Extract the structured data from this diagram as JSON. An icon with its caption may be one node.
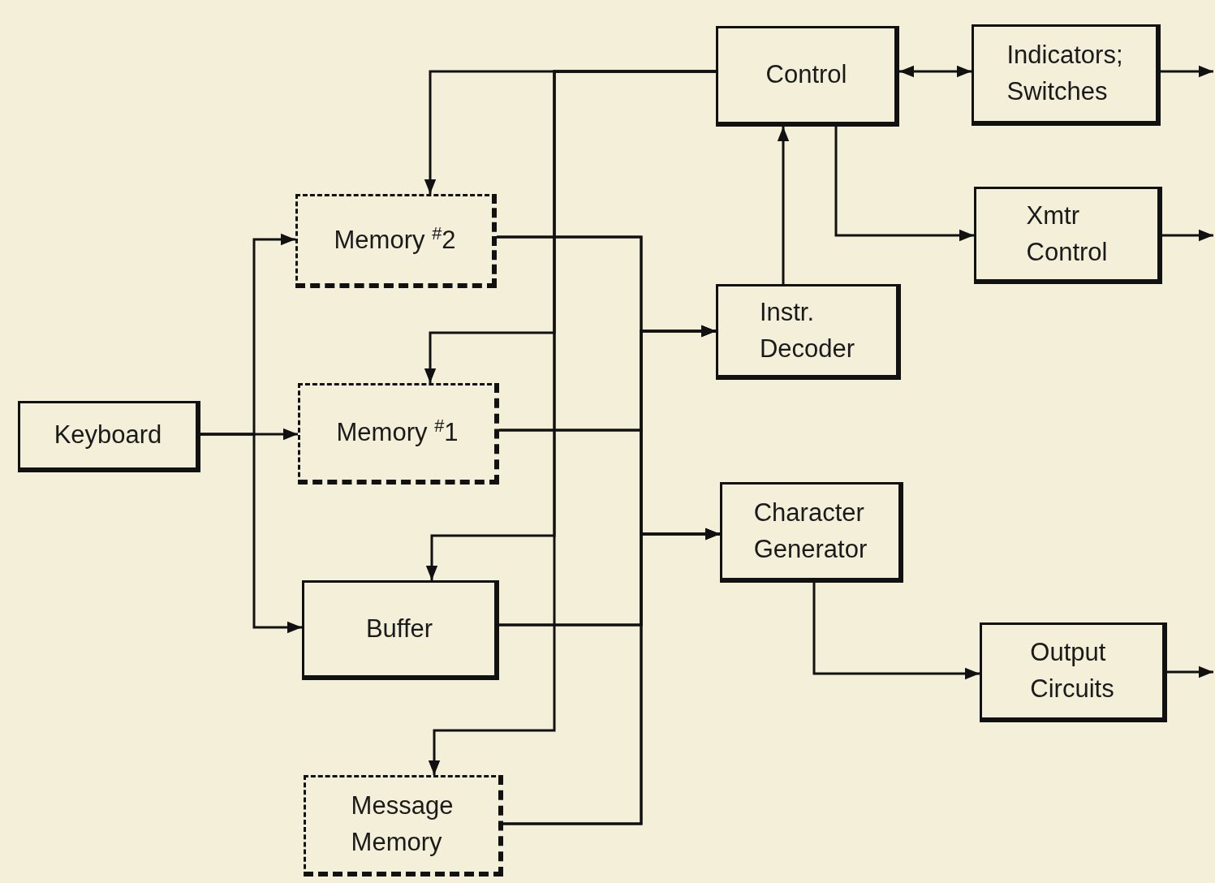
{
  "diagram": {
    "nodes": [
      {
        "text": [
          "Control"
        ]
      },
      {
        "text": [
          "Indicators; Switches"
        ]
      },
      {
        "text": [
          "Memory $^{#}$2"
        ]
      },
      {
        "text": [
          "Xmtr Control"
        ]
      },
      {
        "text": [
          "Instr. Decoder"
        ]
      },
      {
        "text": [
          "Keyboard"
        ]
      },
      {
        "text": [
          "Memory $^{#}$1"
        ]
      },
      {
        "text": [
          "Character Generator"
        ]
      },
      {
        "text": [
          "Buffer"
        ]
      },
      {
        "text": [
          "Output Circuits"
        ]
      },
      {
        "text": [
          "Message Memory"
        ]
      }
    ],
    "edges": [
      {
        "from": 0,
        "to": 1,
        "arrow": "both"
      },
      {
        "from": 1,
        "to": null,
        "arrow": "to"
      },
      {
        "from": 3,
        "to": null,
        "arrow": "to"
      },
      {
        "from": 9,
        "to": null,
        "arrow": "to"
      },
      {
        "from": 0,
        "to": 3,
        "arrow": "to"
      },
      {
        "from": 4,
        "to": 0,
        "arrow": "to"
      },
      {
        "from": 7,
        "to": 9,
        "arrow": "to"
      },
      {
        "from": 0,
        "to": 2,
        "arrow": "to"
      },
      {
        "from": 0,
        "to": 6,
        "arrow": "to"
      },
      {
        "from": 0,
        "to": 8,
        "arrow": "to"
      },
      {
        "from": 0,
        "to": 10,
        "arrow": "to"
      },
      {
        "from": 5,
        "to": 6,
        "arrow": "to"
      },
      {
        "from": 5,
        "to": 2,
        "arrow": "to"
      },
      {
        "from": 5,
        "to": 8,
        "arrow": "to"
      },
      {
        "from": 2,
        "to": 4,
        "arrow": "to"
      },
      {
        "from": 2,
        "to": 7,
        "arrow": "to"
      },
      {
        "from": 6,
        "to": 4,
        "arrow": "to"
      },
      {
        "from": 6,
        "to": 7,
        "arrow": "to"
      },
      {
        "from": 8,
        "to": 4,
        "arrow": "to"
      },
      {
        "from": 8,
        "to": 7,
        "arrow": "to"
      },
      {
        "from": 10,
        "to": 4,
        "arrow": "to"
      },
      {
        "from": 10,
        "to": 7,
        "arrow": "to"
      }
    ]
  }
}
